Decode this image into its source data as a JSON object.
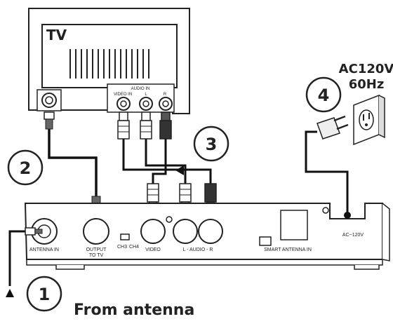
{
  "tv": {
    "title": "TV",
    "audio_in": "AUDIO IN",
    "video_in": "VIDEO IN",
    "left": "L",
    "right": "R"
  },
  "power": {
    "voltage": "AC120V",
    "frequency": "60Hz",
    "port_label": "AC~120V"
  },
  "steps": [
    "1",
    "2",
    "3",
    "4"
  ],
  "box": {
    "antenna_in": "ANTENNA IN",
    "output_line1": "OUTPUT",
    "output_line2": "TO TV",
    "ch3": "CH3",
    "ch4": "CH4",
    "video": "VIDEO",
    "audio": "L - AUDIO - R",
    "smart_antenna": "SMART ANTENNA IN"
  },
  "caption": "From antenna",
  "colors": {
    "stroke": "#222222",
    "cable": "#111111",
    "plug": "#bbbbbb"
  }
}
